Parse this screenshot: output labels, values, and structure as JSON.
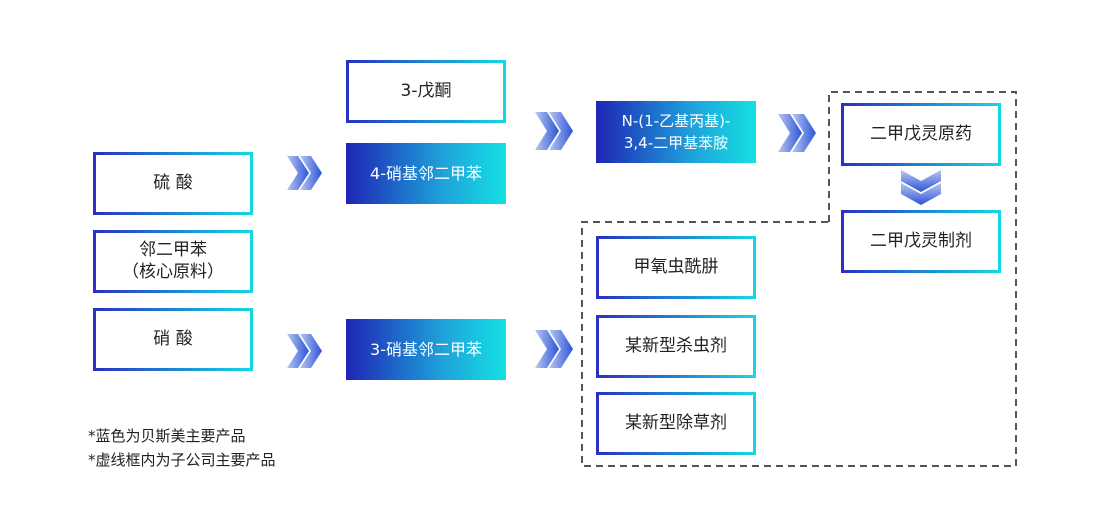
{
  "raw_materials": {
    "sulfuric_acid": "硫  酸",
    "o_xylene": "邻二甲苯\n（核心原料）",
    "nitric_acid": "硝  酸"
  },
  "intermediates": {
    "pentanone": "3-戊酮",
    "nitro_4": "4-硝基邻二甲苯",
    "nitro_3": "3-硝基邻二甲苯",
    "amine": "N-(1-乙基丙基)-\n3,4-二甲基苯胺"
  },
  "products": {
    "pendimethalin_tech": "二甲戊灵原药",
    "pendimethalin_form": "二甲戊灵制剂",
    "methoxyfenozide": "甲氧虫酰肼",
    "new_insecticide": "某新型杀虫剂",
    "new_herbicide": "某新型除草剂"
  },
  "notes": {
    "blue": "*蓝色为贝斯美主要产品",
    "dashed": "*虚线框内为子公司主要产品"
  },
  "colors": {
    "gradient_start": "#1e25b4",
    "gradient_end": "#14e0e2",
    "dashed_border": "#555555"
  }
}
